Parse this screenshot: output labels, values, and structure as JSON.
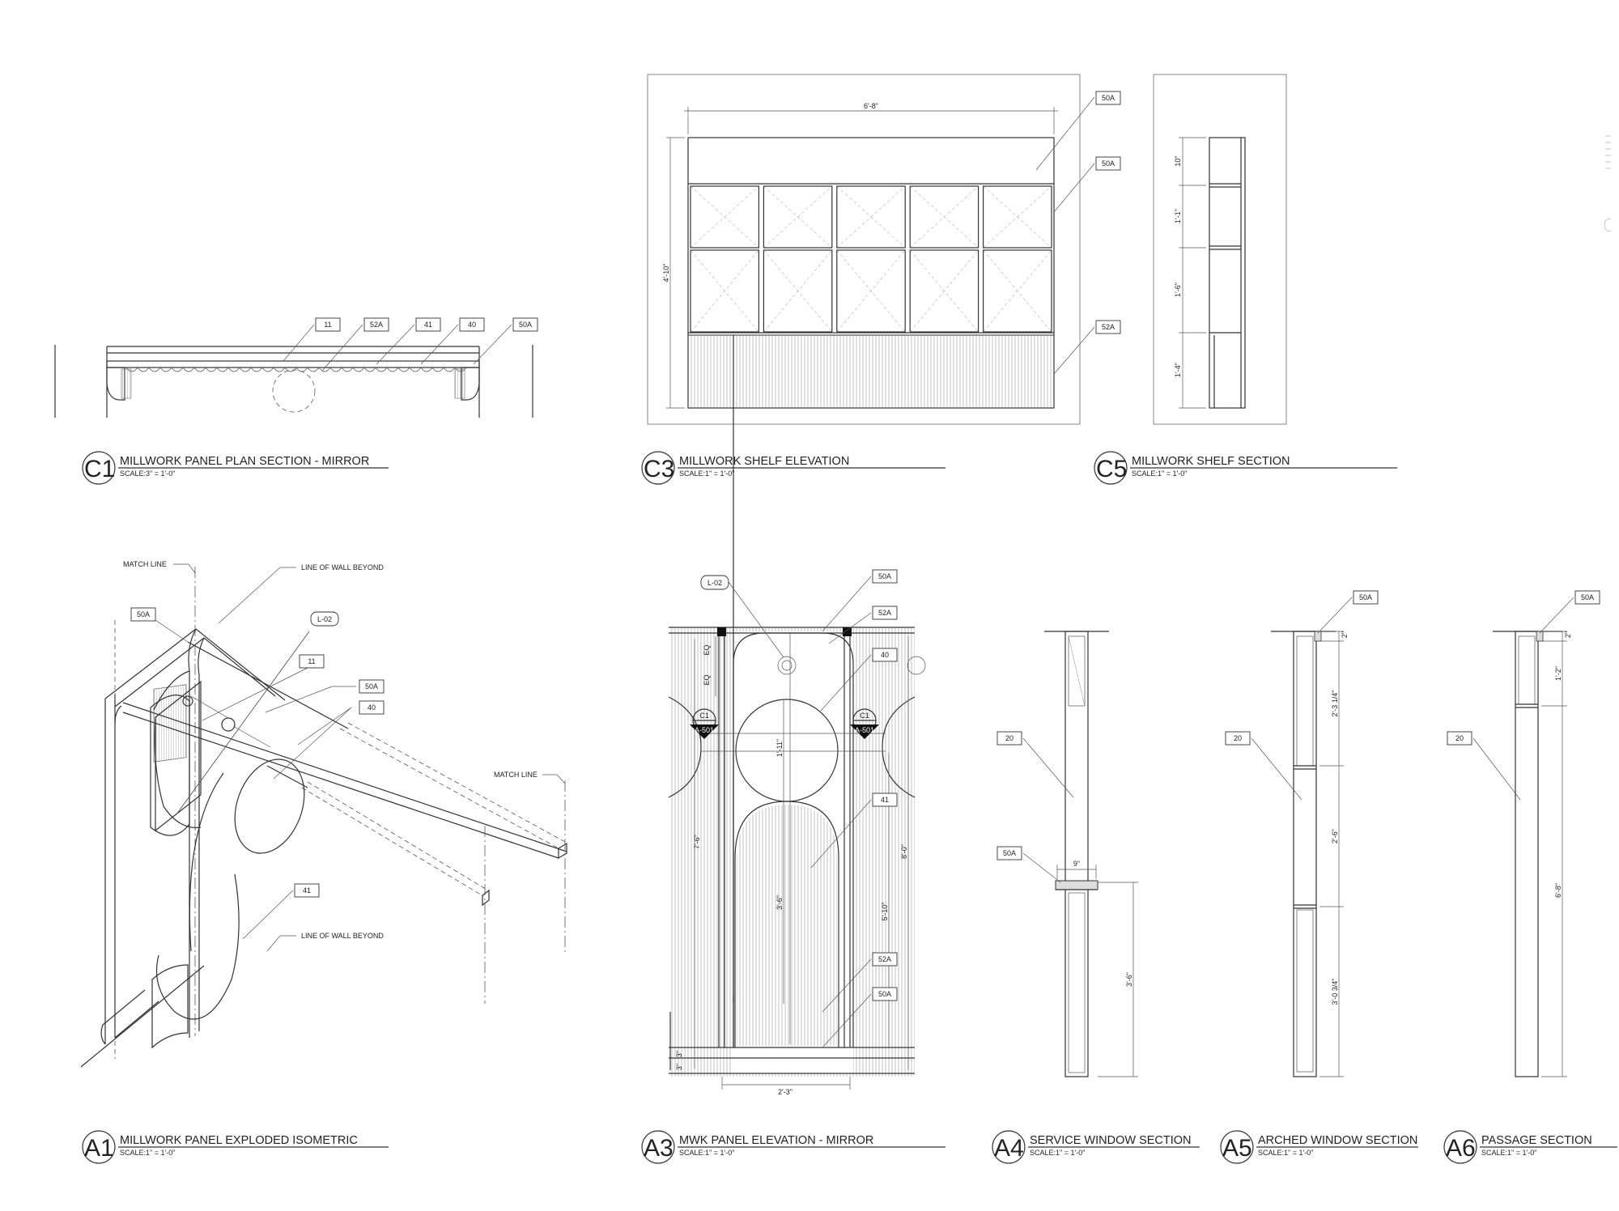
{
  "details": {
    "c1": {
      "number": "C1",
      "title": "MILLWORK PANEL PLAN SECTION - MIRROR",
      "scale": "SCALE:3\" = 1'-0\""
    },
    "c3": {
      "number": "C3",
      "title": "MILLWORK SHELF ELEVATION",
      "scale": "SCALE:1\" = 1'-0\""
    },
    "c5": {
      "number": "C5",
      "title": "MILLWORK SHELF SECTION",
      "scale": "SCALE:1\" = 1'-0\""
    },
    "a1": {
      "number": "A1",
      "title": "MILLWORK PANEL EXPLODED ISOMETRIC",
      "scale": "SCALE:1\" = 1'-0\""
    },
    "a3": {
      "number": "A3",
      "title": "MWK PANEL ELEVATION - MIRROR",
      "scale": "SCALE:1\" = 1'-0\""
    },
    "a4": {
      "number": "A4",
      "title": "SERVICE WINDOW SECTION",
      "scale": "SCALE:1\" = 1'-0\""
    },
    "a5": {
      "number": "A5",
      "title": "ARCHED WINDOW SECTION",
      "scale": "SCALE:1\" = 1'-0\""
    },
    "a6": {
      "number": "A6",
      "title": "PASSAGE SECTION",
      "scale": "SCALE:1\" = 1'-0\""
    }
  },
  "tags": {
    "t11": "11",
    "t52A": "52A",
    "t41": "41",
    "t40": "40",
    "t50A": "50A",
    "t20": "20",
    "tL02": "L-02"
  },
  "notes": {
    "match_line": "MATCH LINE",
    "line_of_wall_beyond": "LINE OF WALL BEYOND"
  },
  "section_marker": {
    "id": "C1",
    "sheet": "A-501"
  },
  "dims": {
    "c3_width": "6'-8\"",
    "c3_height": "4'-10\"",
    "c5_d1": "10\"",
    "c5_d2": "1'-1\"",
    "c5_d3": "1'-6\"",
    "c5_d4": "1'-4\"",
    "a3_eq": "EQ",
    "a3_1_11": "1'-11\"",
    "a3_7_6": "7'-6\"",
    "a3_3_6": "3'-6\"",
    "a3_8_0": "8'-0\"",
    "a3_5_10": "5'-10\"",
    "a3_3": "3\"",
    "a3_2_3": "2'-3\"",
    "a4_9": "9\"",
    "a4_3_6": "3'-6\"",
    "a5_2": "2\"",
    "a5_2_3_14": "2'-3 1/4\"",
    "a5_2_6": "2'-6\"",
    "a5_3_0_34": "3'-0 3/4\"",
    "a6_2": "2\"",
    "a6_1_2": "1'-2\"",
    "a6_6_8": "6'-8\""
  }
}
